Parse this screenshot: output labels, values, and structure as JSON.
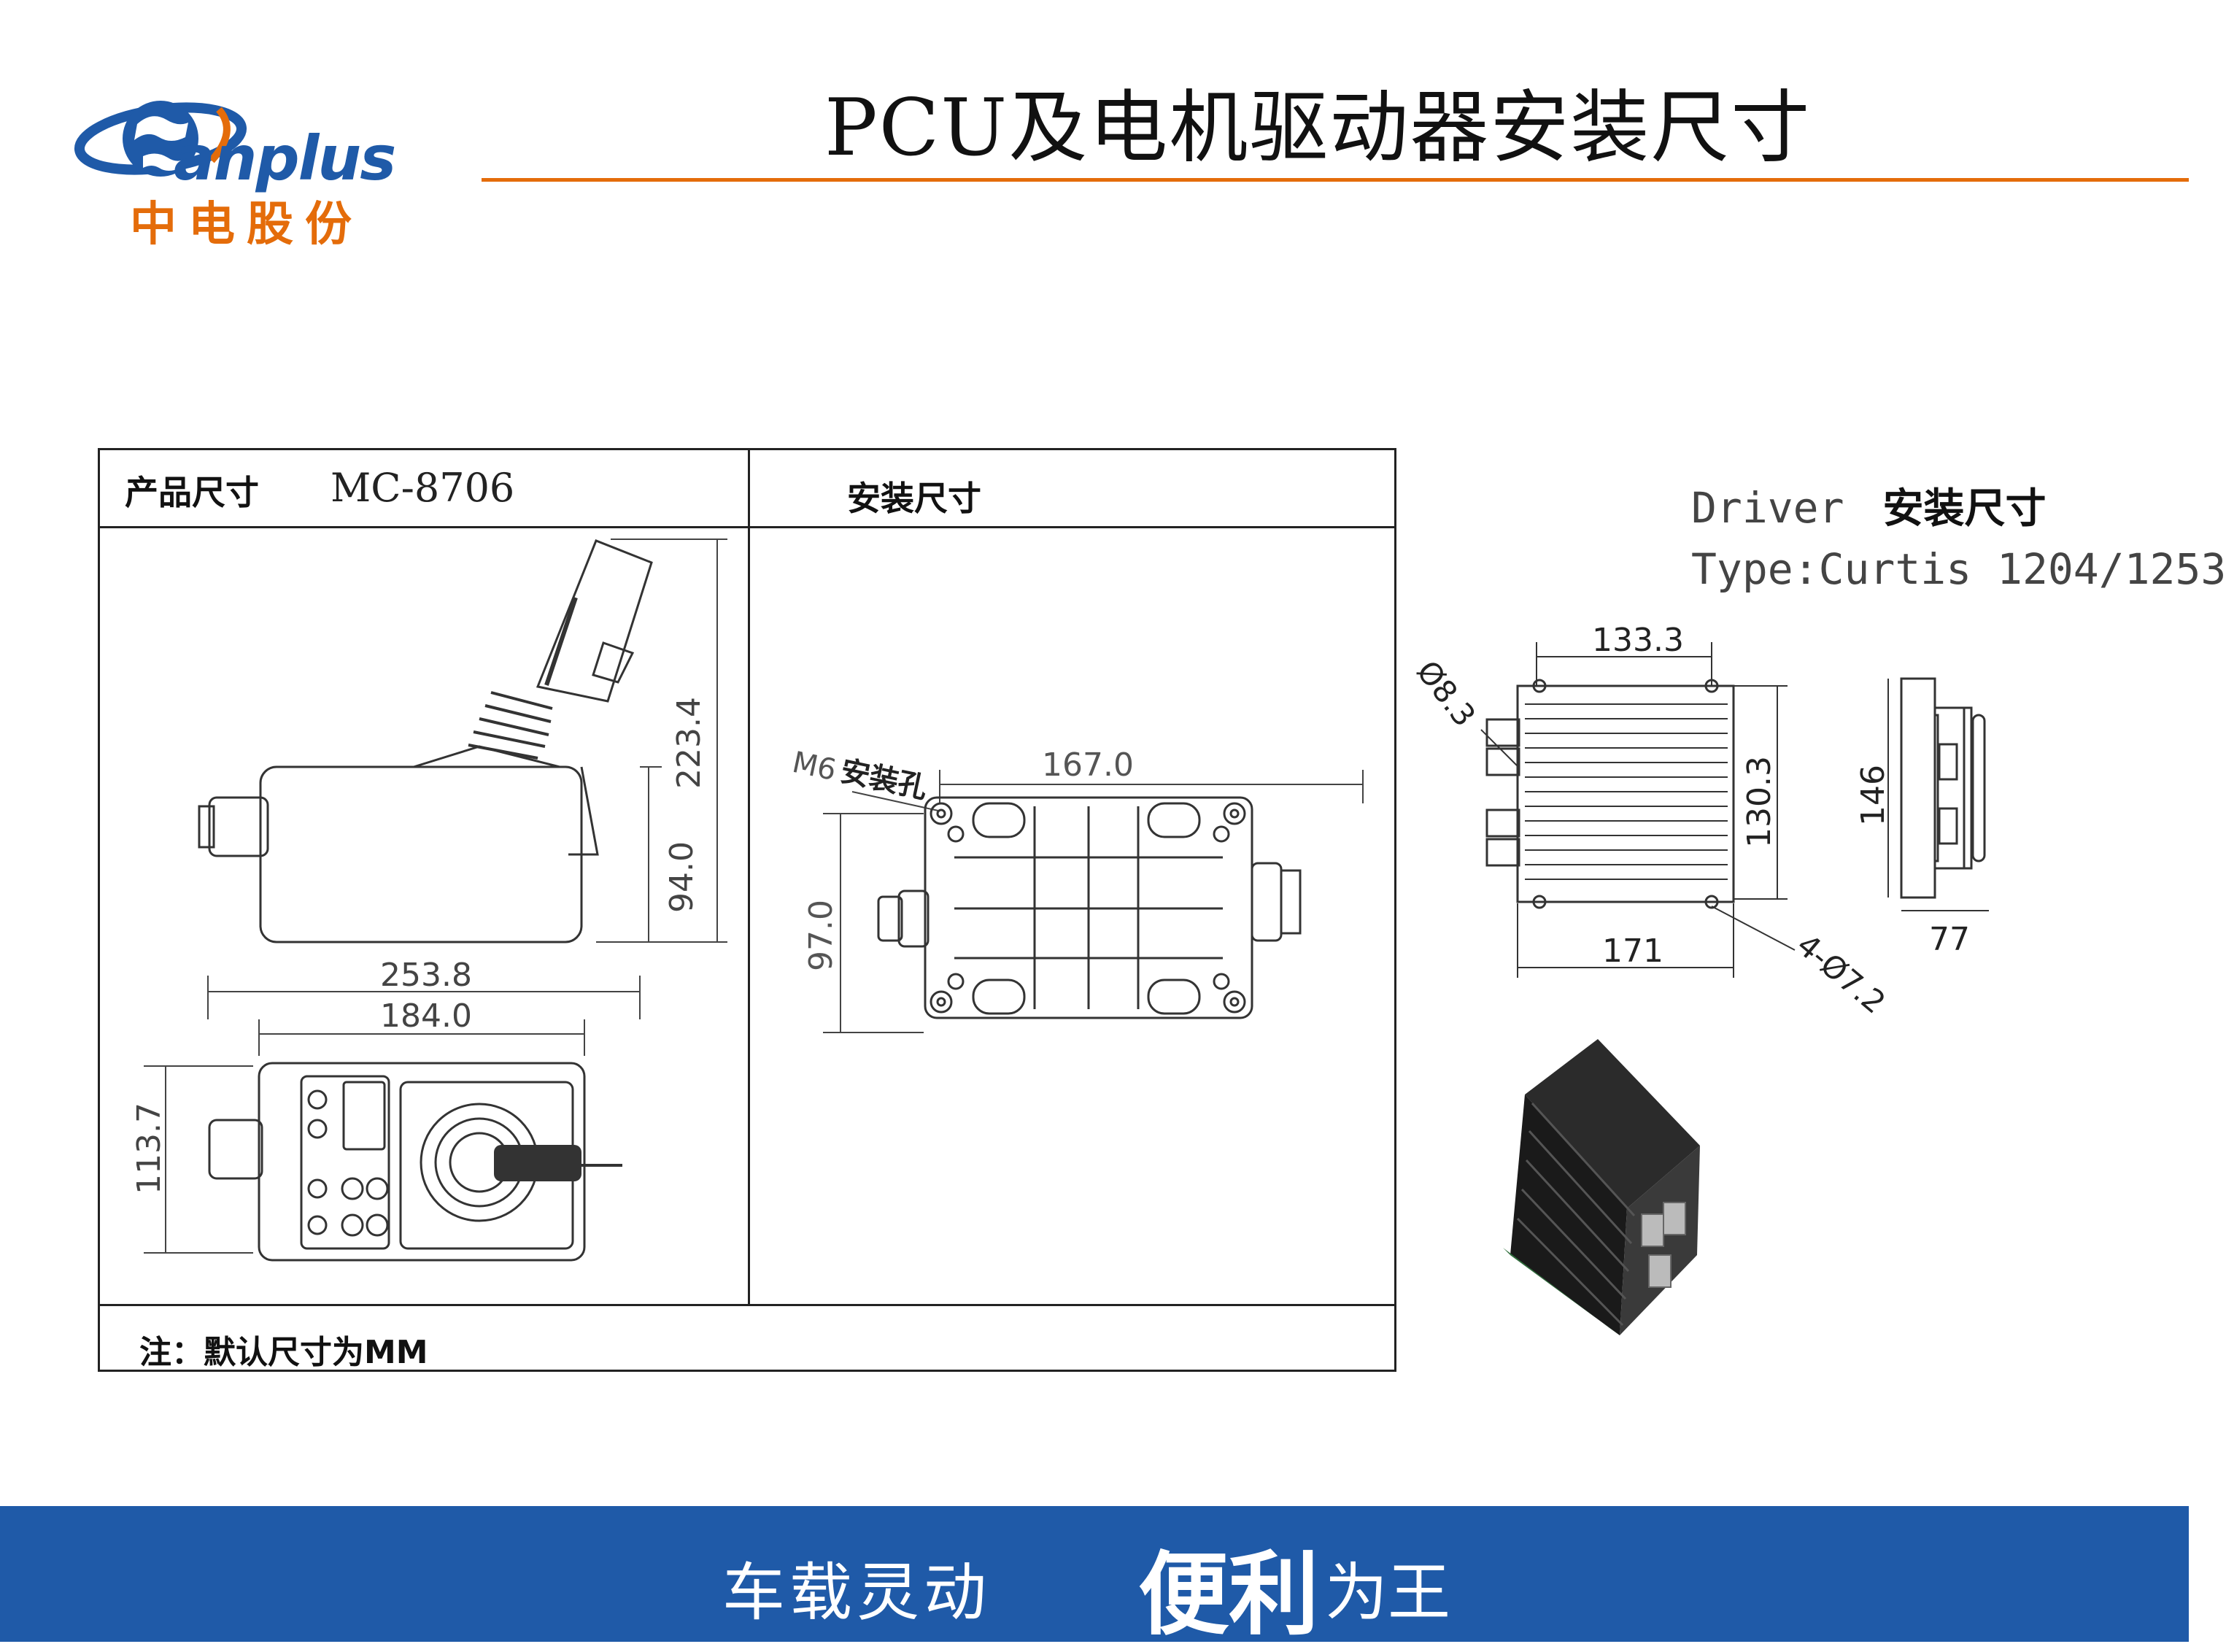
{
  "header": {
    "title": "PCU及电机驱动器安装尺寸",
    "logo": {
      "brand": "anplus",
      "company_cn": "中电股份"
    }
  },
  "table": {
    "left_header": {
      "label": "产品尺寸",
      "model": "MC-8706"
    },
    "right_header": {
      "label": "安装尺寸"
    },
    "side_view_dims": {
      "overall_height": "223.4",
      "body_height": "94.0"
    },
    "top_view_dims": {
      "overall_width": "253.8",
      "body_width": "184.0",
      "depth": "113.7"
    },
    "mount_view": {
      "hole_label_prefix": "M6",
      "hole_label_cn": "安装孔",
      "hole_spacing_x": "167.0",
      "hole_spacing_y": "97.0"
    },
    "note": "注：默认尺寸为MM"
  },
  "driver": {
    "heading_en": "Driver",
    "heading_cn": "安装尺寸",
    "type_line": "Type:Curtis 1204/1253",
    "dims": {
      "hole_pitch_x": "133.3",
      "hole_dia_large": "Ø8.3",
      "height": "130.3",
      "length": "171",
      "hole_dia_small": "4-Ø7.2",
      "side_height": "146",
      "side_width": "77"
    }
  },
  "footer": {
    "slogan_part1": "车载灵动",
    "slogan_part2": "便利",
    "slogan_part3": "为王"
  }
}
